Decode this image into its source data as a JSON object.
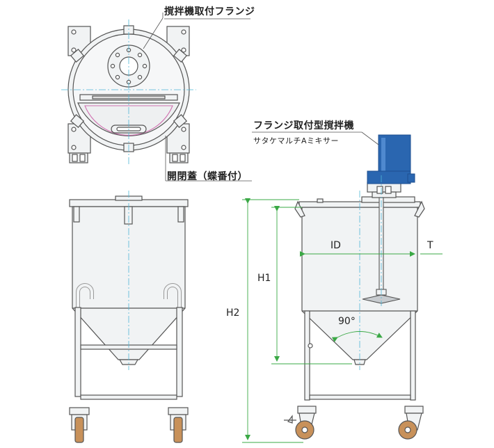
{
  "callouts": {
    "agitator_flange": "撹拌機取付フランジ",
    "hinged_lid": "開閉蓋（蝶番付）",
    "flange_agitator": "フランジ取付型撹拌機",
    "mixer_model": "サタケマルチAミキサー"
  },
  "dimensions": {
    "id": "ID",
    "t": "T",
    "h1": "H1",
    "h2": "H2",
    "angle": "90°"
  },
  "colors": {
    "line": "#555555",
    "tank_fill": "#f1f3f4",
    "centerline": "#4fb6d6",
    "dimension": "#3aa845",
    "motor": "#2a66b0",
    "lid_arc": "#d070b0",
    "wheel": "#c8915a"
  }
}
